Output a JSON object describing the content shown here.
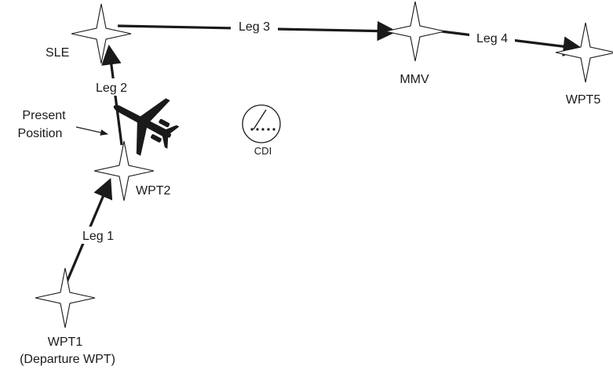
{
  "waypoints": {
    "wpt1": {
      "name": "WPT1",
      "note": "(Departure WPT)"
    },
    "wpt2": {
      "name": "WPT2"
    },
    "sle": {
      "name": "SLE"
    },
    "mmv": {
      "name": "MMV"
    },
    "wpt5": {
      "name": "WPT5"
    }
  },
  "legs": {
    "leg1": "Leg 1",
    "leg2": "Leg 2",
    "leg3": "Leg 3",
    "leg4": "Leg 4"
  },
  "present_position": {
    "line1": "Present",
    "line2": "Position"
  },
  "cdi": {
    "label": "CDI"
  },
  "colors": {
    "ink": "#1a1a1a",
    "background": "#ffffff"
  },
  "icons": {
    "waypoint": "four-point-star-icon",
    "aircraft": "aircraft-silhouette-icon",
    "cdi": "cdi-gauge-icon"
  }
}
